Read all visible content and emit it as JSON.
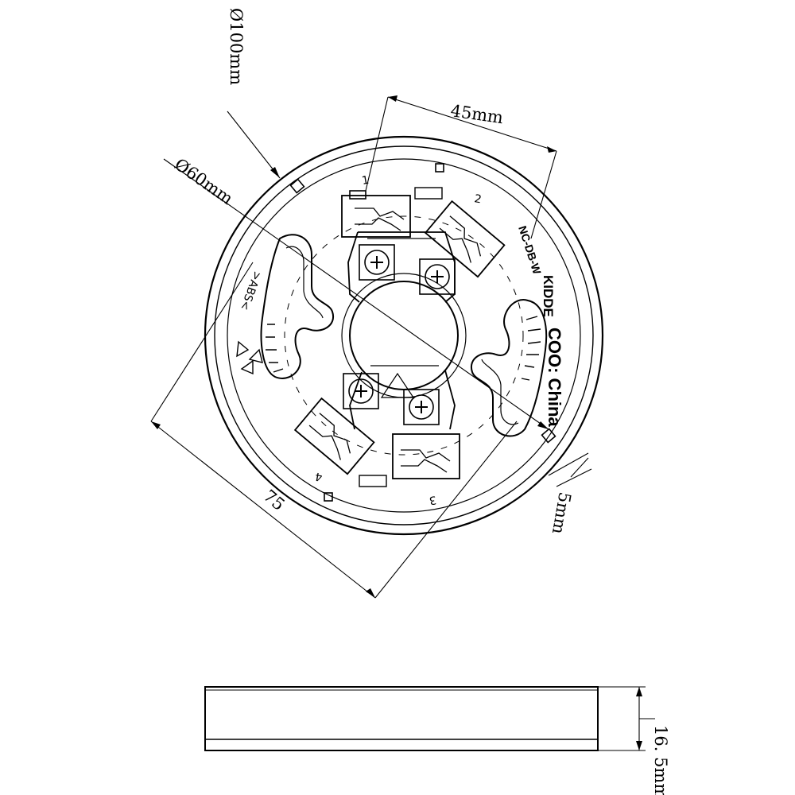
{
  "dimensions": {
    "outer_diameter": "Ø100mm",
    "inner_diameter": "Ø60mm",
    "terminal_spacing": "45mm",
    "mounting_spacing": "75",
    "edge_offset": "5mm",
    "height": "16. 5mm"
  },
  "markings": {
    "model": "NC-DB-W",
    "brand": "KIDDE",
    "origin": "COO: China",
    "material": ">ABS<"
  },
  "terminals": [
    "1",
    "2",
    "3",
    "4"
  ],
  "colors": {
    "line": "#000000",
    "background": "#ffffff"
  }
}
